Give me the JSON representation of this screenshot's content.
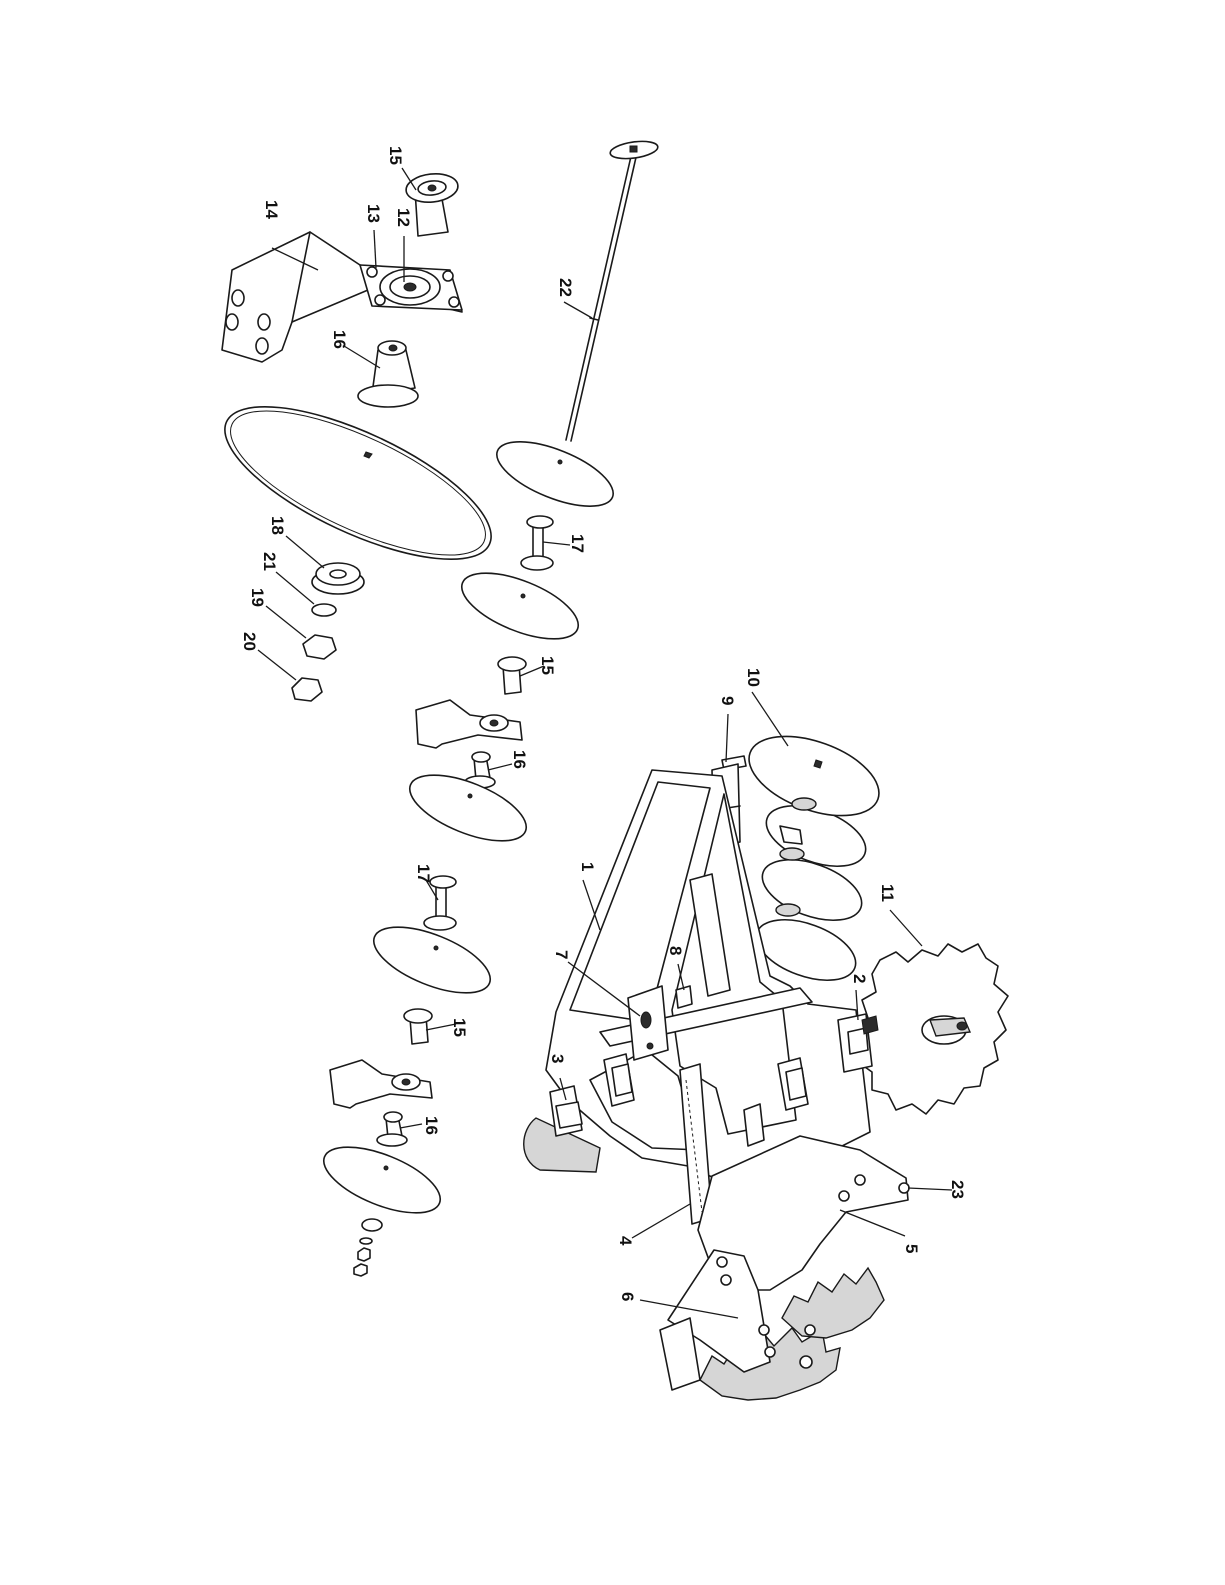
{
  "callouts": {
    "c1": "1",
    "c2": "2",
    "c3": "3",
    "c4": "4",
    "c5": "5",
    "c6": "6",
    "c7": "7",
    "c8": "8",
    "c9": "9",
    "c10": "10",
    "c11": "11",
    "c12": "12",
    "c13": "13",
    "c14": "14",
    "c15a": "15",
    "c15b": "15",
    "c15c": "15",
    "c16a": "16",
    "c16b": "16",
    "c16c": "16",
    "c17a": "17",
    "c17b": "17",
    "c18": "18",
    "c19": "19",
    "c20": "20",
    "c21": "21",
    "c22": "22",
    "c23": "23"
  }
}
